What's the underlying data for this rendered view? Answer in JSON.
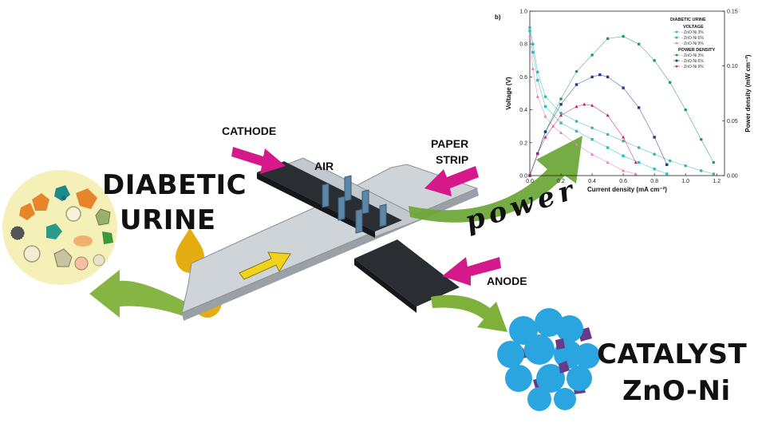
{
  "labels": {
    "diabetic_urine_line1": "DIABETIC",
    "diabetic_urine_line2": "URINE",
    "cathode": "CATHODE",
    "air": "AIR",
    "paper_strip_line1": "PAPER",
    "paper_strip_line2": "STRIP",
    "anode": "ANODE",
    "catalyst_line1": "CATALYST",
    "catalyst_line2": "ZnO-Ni",
    "power": "power"
  },
  "colors": {
    "arrow_magenta": "#d6198a",
    "arrow_green": "#7fb13a",
    "electrode_black": "#2a2d31",
    "strip_gray": "#cfd4d8",
    "air_pillars": "#5b86a8",
    "catalyst_blue": "#2aa5e0",
    "catalyst_purple": "#6a3a8a",
    "drop_yellow": "#e5ad12",
    "urine_circle": "#f4f0b8"
  },
  "chart_data": {
    "type": "line",
    "panel_label": "b)",
    "xlabel": "Current density (mA cm⁻²)",
    "ylabel": "Voltage (V)",
    "y2label": "Power density (mW cm⁻²)",
    "xlim": [
      0,
      1.25
    ],
    "ylim": [
      0,
      1.0
    ],
    "y2lim": [
      0,
      0.15
    ],
    "xticks": [
      "0.0",
      "0.2",
      "0.4",
      "0.6",
      "0.8",
      "1.0",
      "1.2"
    ],
    "yticks": [
      "0.0",
      "0.2",
      "0.4",
      "0.6",
      "0.8",
      "1.0"
    ],
    "y2ticks": [
      "0.00",
      "0.05",
      "0.10",
      "0.15"
    ],
    "legend": {
      "title": "DIABETIC URINE",
      "voltage_header": "VOLTAGE",
      "power_header": "POWER DENSITY",
      "voltage_entries": [
        "- ZnO-Ni 3%",
        "- ZnO-Ni 6%",
        "- ZnO-Ni 9%"
      ],
      "power_entries": [
        "- ZnO-Ni 3%",
        "- ZnO-Ni 6%",
        "- ZnO-Ni 9%"
      ],
      "placement": "top-right"
    },
    "series": [
      {
        "axis": "left",
        "color": "#3cb4a0",
        "marker": "circle",
        "x": [
          0.0,
          0.02,
          0.05,
          0.1,
          0.2,
          0.3,
          0.4,
          0.5,
          0.6,
          0.7,
          0.8,
          0.9,
          1.0,
          1.1,
          1.18
        ],
        "y": [
          0.9,
          0.8,
          0.63,
          0.48,
          0.38,
          0.33,
          0.29,
          0.25,
          0.21,
          0.17,
          0.13,
          0.09,
          0.06,
          0.03,
          0.01
        ]
      },
      {
        "axis": "left",
        "color": "#2fb8c8",
        "marker": "square",
        "x": [
          0.0,
          0.02,
          0.05,
          0.1,
          0.2,
          0.3,
          0.4,
          0.5,
          0.6,
          0.7,
          0.8,
          0.88
        ],
        "y": [
          0.88,
          0.75,
          0.58,
          0.42,
          0.32,
          0.27,
          0.22,
          0.17,
          0.12,
          0.08,
          0.04,
          0.01
        ]
      },
      {
        "axis": "left",
        "color": "#e07ab8",
        "marker": "triangle",
        "x": [
          0.0,
          0.02,
          0.05,
          0.1,
          0.15,
          0.2,
          0.3,
          0.4,
          0.5,
          0.6,
          0.68
        ],
        "y": [
          0.85,
          0.65,
          0.48,
          0.36,
          0.3,
          0.26,
          0.19,
          0.13,
          0.08,
          0.03,
          0.01
        ]
      },
      {
        "axis": "right",
        "color": "#1e9a5a",
        "marker": "circle",
        "x": [
          0.0,
          0.05,
          0.1,
          0.2,
          0.3,
          0.4,
          0.5,
          0.6,
          0.7,
          0.8,
          0.9,
          1.0,
          1.1,
          1.18
        ],
        "y": [
          0.0,
          0.02,
          0.04,
          0.07,
          0.095,
          0.11,
          0.125,
          0.127,
          0.12,
          0.105,
          0.085,
          0.06,
          0.033,
          0.012
        ]
      },
      {
        "axis": "right",
        "color": "#1e3c8c",
        "marker": "square",
        "x": [
          0.0,
          0.05,
          0.1,
          0.2,
          0.3,
          0.4,
          0.45,
          0.5,
          0.6,
          0.7,
          0.8,
          0.88
        ],
        "y": [
          0.0,
          0.02,
          0.04,
          0.065,
          0.083,
          0.09,
          0.092,
          0.09,
          0.08,
          0.062,
          0.035,
          0.01
        ]
      },
      {
        "axis": "right",
        "color": "#c8186e",
        "marker": "triangle",
        "x": [
          0.0,
          0.05,
          0.1,
          0.2,
          0.3,
          0.35,
          0.4,
          0.5,
          0.6,
          0.68
        ],
        "y": [
          0.0,
          0.02,
          0.035,
          0.055,
          0.063,
          0.065,
          0.064,
          0.055,
          0.035,
          0.012
        ]
      }
    ]
  }
}
